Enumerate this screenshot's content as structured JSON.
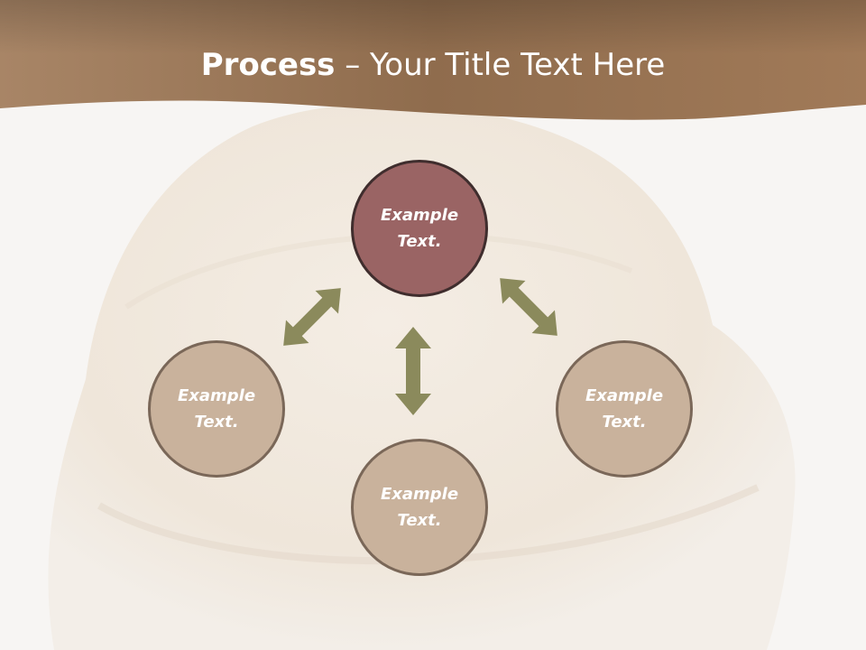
{
  "title": {
    "bold": "Process",
    "rest": " – Your Title Text Here"
  },
  "nodes": {
    "top": "Example\nText.",
    "left": "Example\nText.",
    "right": "Example\nText.",
    "bottom": "Example\nText."
  },
  "colors": {
    "header_band": "#9c7755",
    "top_node": "#9a6464",
    "tan_node": "#c9b29c",
    "arrow": "#8b8a5c"
  }
}
